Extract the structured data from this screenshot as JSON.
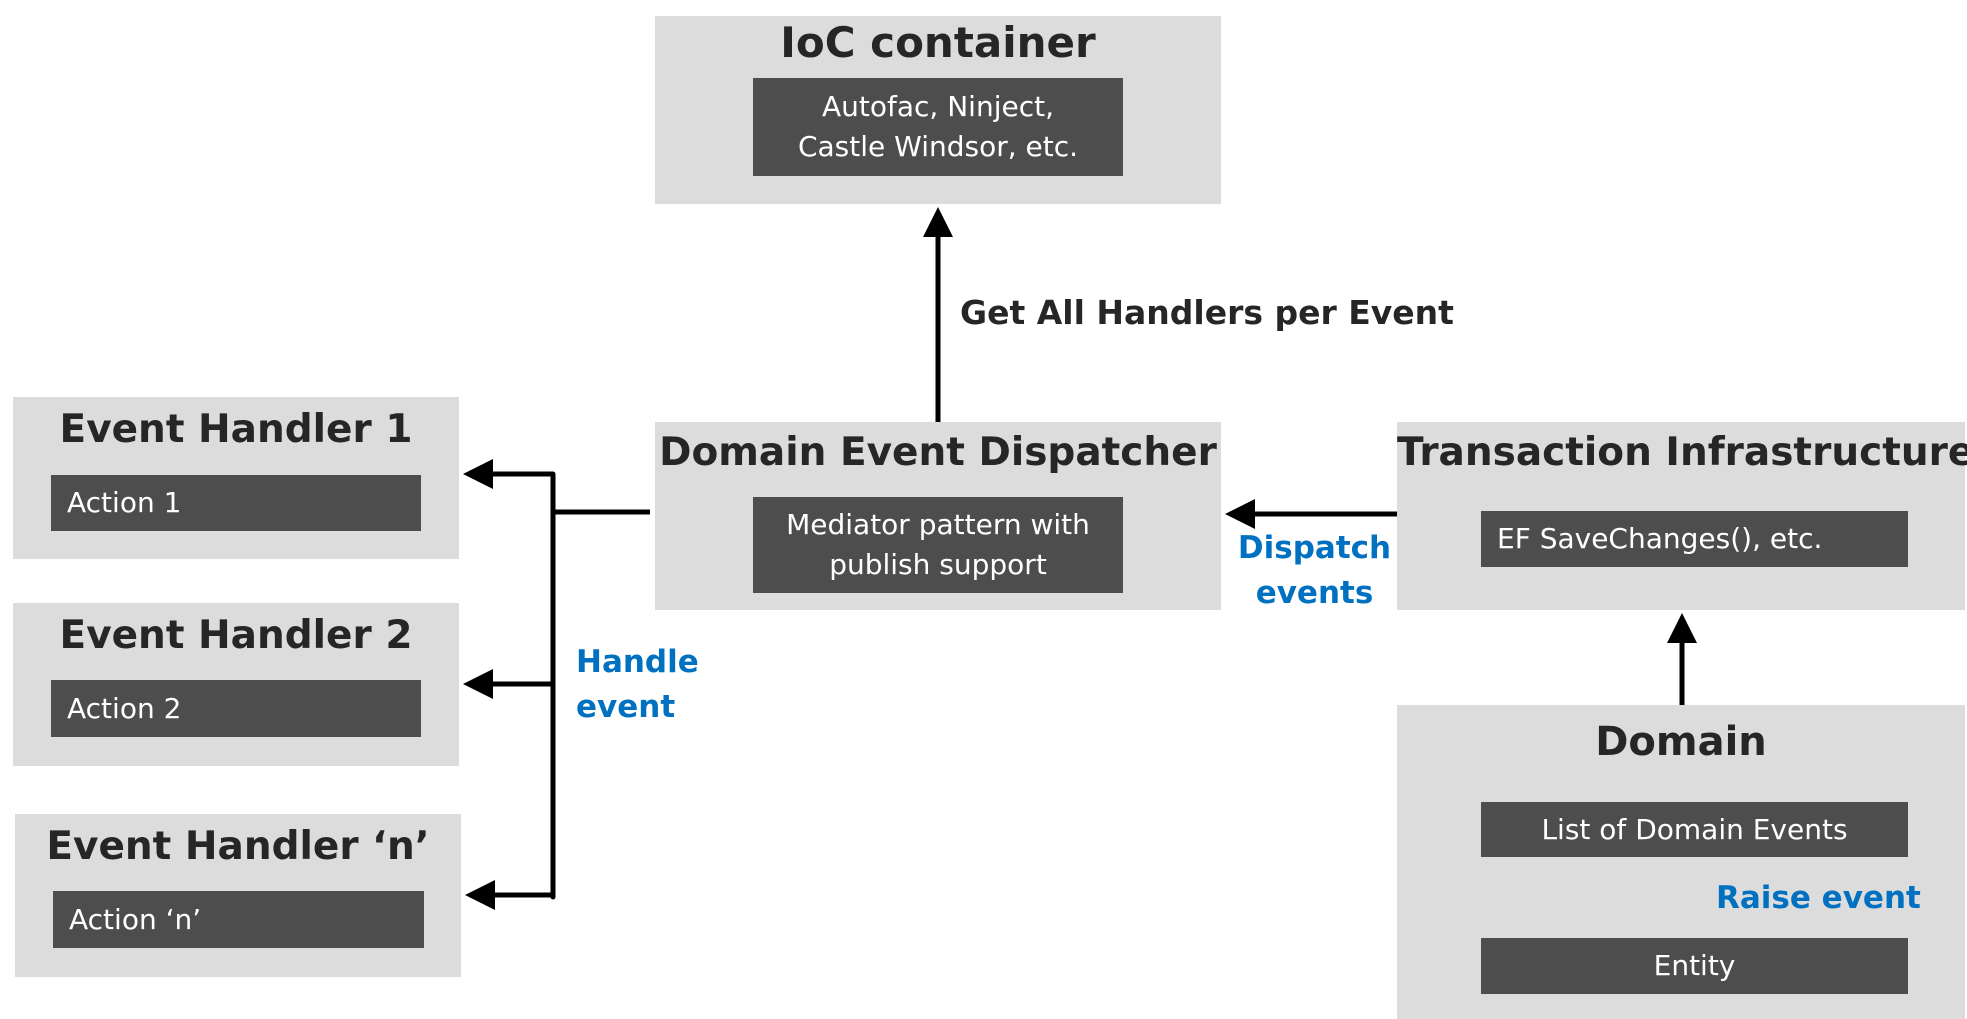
{
  "ioc_container": {
    "title": "IoC container",
    "inner_line1": "Autofac, Ninject,",
    "inner_line2": "Castle Windsor, etc."
  },
  "dispatcher": {
    "title": "Domain Event Dispatcher",
    "inner_line1": "Mediator pattern with",
    "inner_line2": "publish support"
  },
  "transaction": {
    "title": "Transaction Infrastructure",
    "inner": "EF SaveChanges(), etc."
  },
  "domain": {
    "title": "Domain",
    "list": "List of Domain Events",
    "entity": "Entity"
  },
  "handlers": [
    {
      "title": "Event Handler 1",
      "action": "Action 1"
    },
    {
      "title": "Event Handler 2",
      "action": "Action 2"
    },
    {
      "title": "Event Handler ‘n’",
      "action": "Action ‘n’"
    }
  ],
  "labels": {
    "get_handlers": "Get All Handlers per Event",
    "handle_line1": "Handle",
    "handle_line2": "event",
    "dispatch_line1": "Dispatch",
    "dispatch_line2": "events",
    "raise": "Raise event"
  },
  "colors": {
    "box": "#dcdcdc",
    "inner": "#4d4d4d",
    "accent": "#0070c0",
    "text": "#262626"
  }
}
